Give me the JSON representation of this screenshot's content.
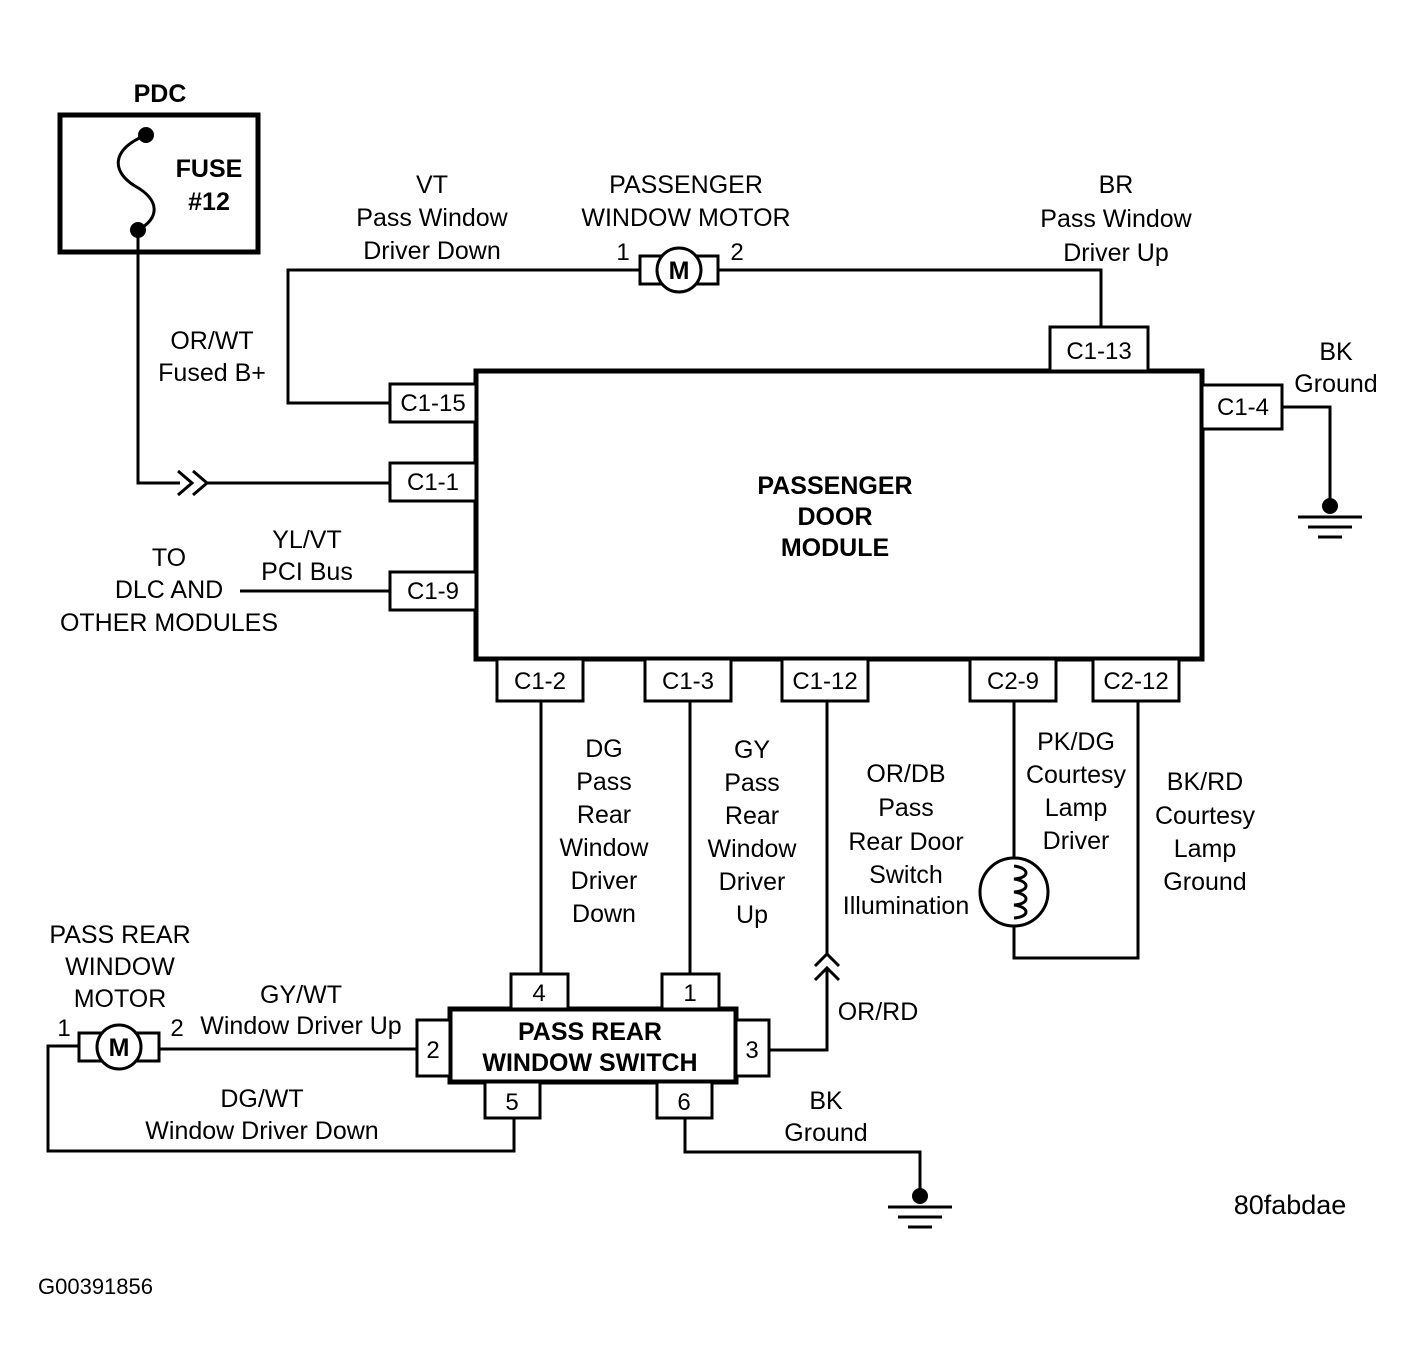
{
  "pdc": {
    "label": "PDC",
    "fuse_line1": "FUSE",
    "fuse_line2": "#12"
  },
  "wires": {
    "fused_b": [
      "OR/WT",
      "Fused B+"
    ],
    "vt": [
      "VT",
      "Pass Window",
      "Driver Down"
    ],
    "br": [
      "BR",
      "Pass Window",
      "Driver Up"
    ],
    "bk_ground_top": [
      "BK",
      "Ground"
    ],
    "pci": [
      "YL/VT",
      "PCI Bus"
    ],
    "to_dlc": [
      "TO",
      "DLC AND",
      "OTHER MODULES"
    ],
    "dg": [
      "DG",
      "Pass",
      "Rear",
      "Window",
      "Driver",
      "Down"
    ],
    "gy": [
      "GY",
      "Pass",
      "Rear",
      "Window",
      "Driver",
      "Up"
    ],
    "or_db": [
      "OR/DB",
      "Pass",
      "Rear Door",
      "Switch",
      "Illumination"
    ],
    "pk_dg": [
      "PK/DG",
      "Courtesy",
      "Lamp",
      "Driver"
    ],
    "bk_rd": [
      "BK/RD",
      "Courtesy",
      "Lamp",
      "Ground"
    ],
    "gy_wt": [
      "GY/WT",
      "Window Driver Up"
    ],
    "dg_wt": [
      "DG/WT",
      "Window Driver Down"
    ],
    "or_rd": "OR/RD",
    "bk_ground_bottom": [
      "BK",
      "Ground"
    ]
  },
  "passenger_motor": {
    "title": [
      "PASSENGER",
      "WINDOW MOTOR"
    ],
    "symbol": "M",
    "pin1": "1",
    "pin2": "2"
  },
  "module": {
    "lines": [
      "PASSENGER",
      "DOOR",
      "MODULE"
    ]
  },
  "connectors": {
    "c1_15": "C1-15",
    "c1_1": "C1-1",
    "c1_9": "C1-9",
    "c1_13": "C1-13",
    "c1_4": "C1-4",
    "c1_2": "C1-2",
    "c1_3": "C1-3",
    "c1_12": "C1-12",
    "c2_9": "C2-9",
    "c2_12": "C2-12"
  },
  "rear_motor": {
    "title": [
      "PASS REAR",
      "WINDOW",
      "MOTOR"
    ],
    "symbol": "M",
    "pin1": "1",
    "pin2": "2"
  },
  "rear_switch": {
    "lines": [
      "PASS REAR",
      "WINDOW SWITCH"
    ],
    "pins": {
      "p1": "1",
      "p2": "2",
      "p3": "3",
      "p4": "4",
      "p5": "5",
      "p6": "6"
    }
  },
  "ids": {
    "figure_code": "80fabdae",
    "doc_id": "G00391856"
  },
  "icons": [
    "fuse-icon",
    "motor-icon",
    "ground-icon",
    "lamp-icon",
    "connector-arrow-icon"
  ]
}
